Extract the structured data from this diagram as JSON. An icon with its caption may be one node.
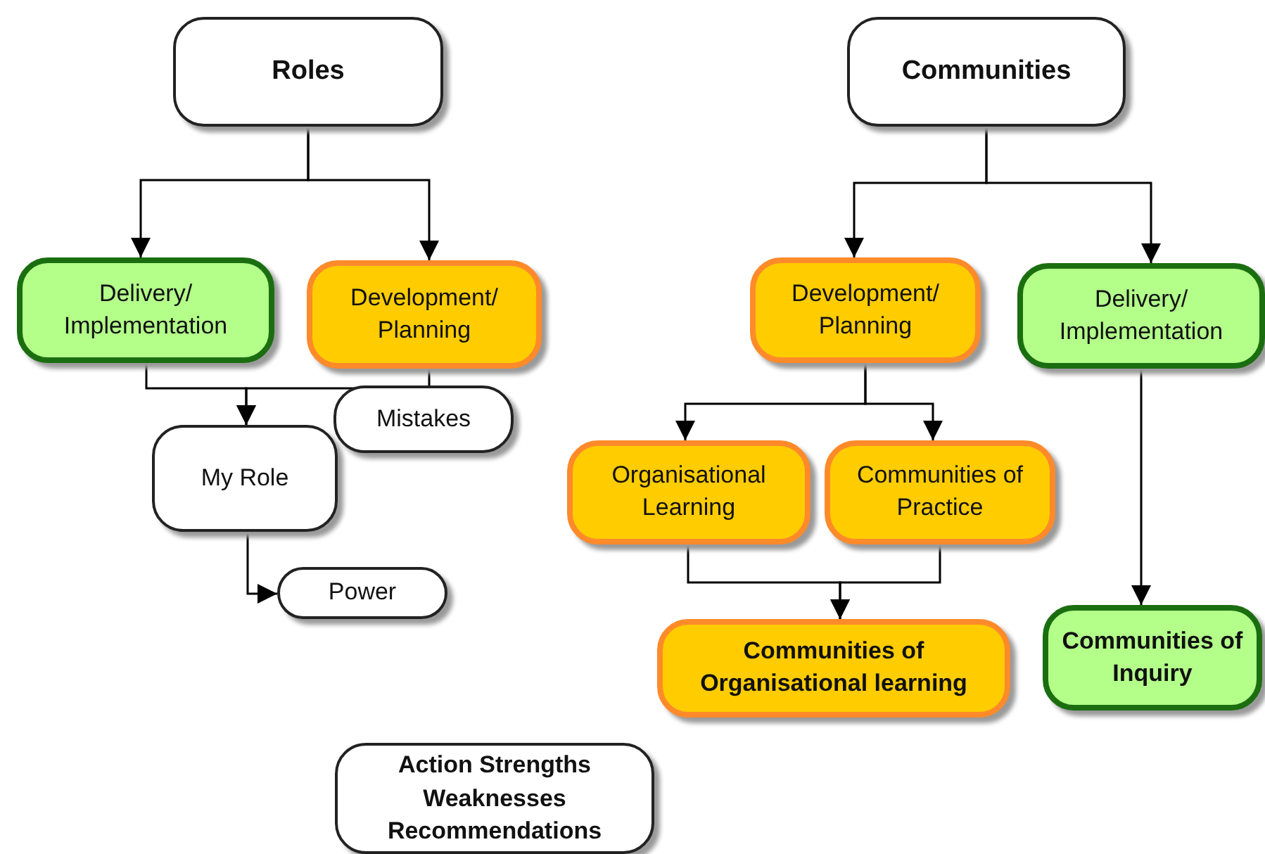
{
  "diagram": {
    "nodes": [
      {
        "text": [
          "Roles"
        ]
      },
      {
        "text": [
          "Delivery/ Implementation"
        ]
      },
      {
        "text": [
          "Development/ Planning"
        ]
      },
      {
        "text": [
          "Mistakes"
        ]
      },
      {
        "text": [
          "My Role"
        ]
      },
      {
        "text": [
          "Power"
        ]
      },
      {
        "text": [
          "Communities"
        ]
      },
      {
        "text": [
          "Development/ Planning"
        ]
      },
      {
        "text": [
          "Delivery/ Implementation"
        ]
      },
      {
        "text": [
          "Organisational Learning"
        ]
      },
      {
        "text": [
          "Communities of Practice"
        ]
      },
      {
        "text": [
          "Communities of Organisational learning"
        ]
      },
      {
        "text": [
          "Communities of Inquiry"
        ]
      },
      {
        "text": [
          "Action Strengths Weaknesses Recommendations"
        ]
      }
    ],
    "edges": [
      {
        "from": 0,
        "to": 1,
        "arrow": "to"
      },
      {
        "from": 0,
        "to": 2,
        "arrow": "to"
      },
      {
        "from": 1,
        "to": 4,
        "arrow": "to"
      },
      {
        "from": 2,
        "to": 4,
        "arrow": "to"
      },
      {
        "from": 4,
        "to": 5,
        "arrow": "to"
      },
      {
        "from": 6,
        "to": 7,
        "arrow": "to"
      },
      {
        "from": 6,
        "to": 8,
        "arrow": "to"
      },
      {
        "from": 7,
        "to": 9,
        "arrow": "to"
      },
      {
        "from": 7,
        "to": 10,
        "arrow": "to"
      },
      {
        "from": 9,
        "to": 11,
        "arrow": "to"
      },
      {
        "from": 10,
        "to": 11,
        "arrow": "to"
      },
      {
        "from": 8,
        "to": 12,
        "arrow": "to"
      }
    ]
  }
}
